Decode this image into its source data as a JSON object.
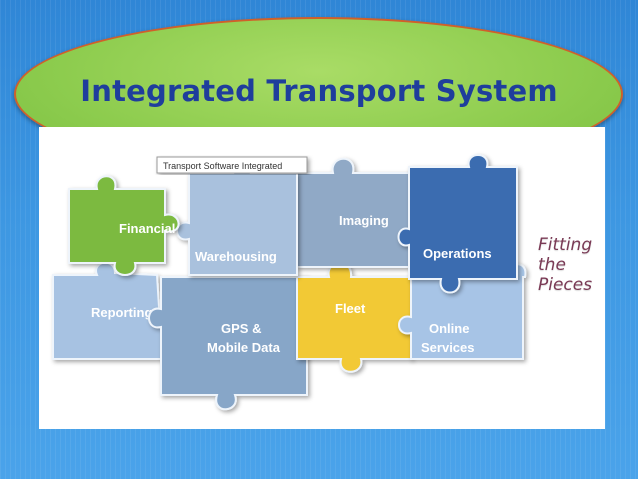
{
  "slide": {
    "title": "Integrated Transport System"
  },
  "graphic": {
    "banner": "Transport Software Integrated",
    "pieces": [
      {
        "label": "Financial",
        "color": "#7cba3f"
      },
      {
        "label": "Warehousing",
        "color": "#a9c1dd"
      },
      {
        "label": "Imaging",
        "color": "#90a9c6"
      },
      {
        "label": "Operations",
        "color": "#3a6cb0"
      },
      {
        "label": "Reporting",
        "color": "#a7c2e2"
      },
      {
        "label": "GPS &",
        "label2": "Mobile Data",
        "color": "#87a6c8"
      },
      {
        "label": "Fleet",
        "color": "#f2c934"
      },
      {
        "label": "Online",
        "label2": "Services",
        "color": "#a7c4e6"
      }
    ],
    "side_text": [
      "Fitting",
      "the",
      "Pieces"
    ]
  }
}
